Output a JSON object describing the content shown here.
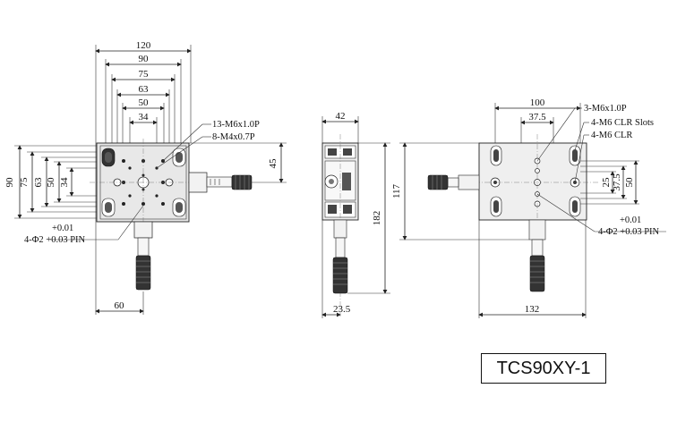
{
  "model": "TCS90XY-1",
  "top_view": {
    "dims_top": [
      "120",
      "90",
      "75",
      "63",
      "50",
      "34"
    ],
    "dims_left": [
      "90",
      "75",
      "63",
      "50",
      "34"
    ],
    "dim_right": "45",
    "dim_bottom": "60",
    "callout_1": "13-M6x1.0P",
    "callout_2": "8-M4x0.7P",
    "pin_tol_upper": "+0.01",
    "pin_spec": "4-Φ2 +0.03 PIN"
  },
  "side_view": {
    "dim_top": "42",
    "dim_right": "182",
    "dim_bottom": "23.5"
  },
  "bottom_view": {
    "dim_top": "100",
    "dim_inner": "37.5",
    "dim_left": "117",
    "dims_right": [
      "25",
      "37.5",
      "50"
    ],
    "dim_bottom": "132",
    "callout_1": "3-M6x1.0P",
    "callout_2": "4-M6 CLR Slots",
    "callout_3": "4-M6 CLR",
    "pin_tol_upper": "+0.01",
    "pin_spec": "4-Φ2 +0.03 PIN"
  }
}
